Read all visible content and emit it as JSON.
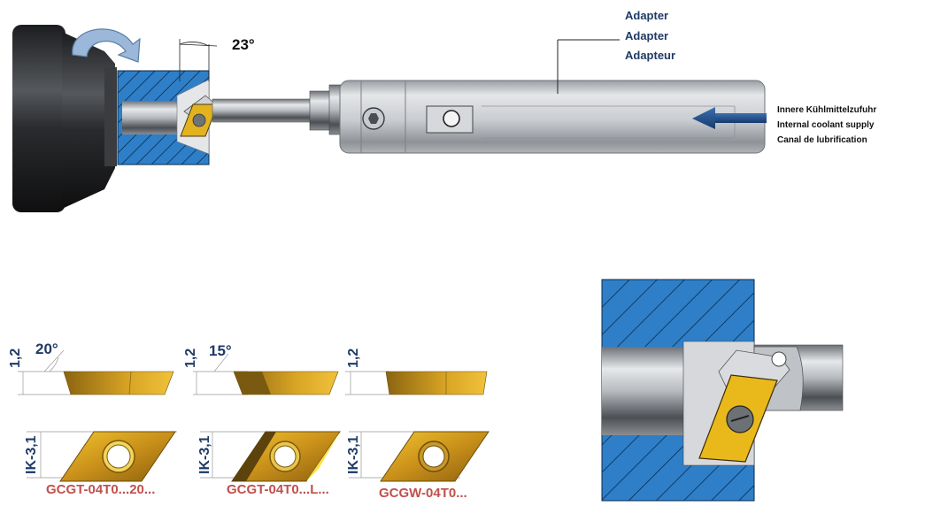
{
  "top": {
    "angle": "23°",
    "adapter": [
      "Adapter",
      "Adapter",
      "Adapteur"
    ],
    "coolant": [
      "Innere Kühlmittelzufuhr",
      "Internal coolant supply",
      "Canal de lubrification"
    ]
  },
  "inserts": [
    {
      "thickness": "1,2",
      "angle": "20°",
      "ik": "IK-3,1",
      "code": "GCGT-04T0...20..."
    },
    {
      "thickness": "1,2",
      "angle": "15°",
      "ik": "IK-3,1",
      "code": "GCGT-04T0...L..."
    },
    {
      "thickness": "1,2",
      "angle": "",
      "ik": "IK-3,1",
      "code": "GCGW-04T0..."
    }
  ],
  "colors": {
    "hatch_blue": "#2e7fc8",
    "label_blue": "#1f3b66",
    "code_red": "#c0504d",
    "insert_gold": "#d6a21c",
    "arrow_blue": "#1f4f8c",
    "steel": "#b8bcc2"
  }
}
